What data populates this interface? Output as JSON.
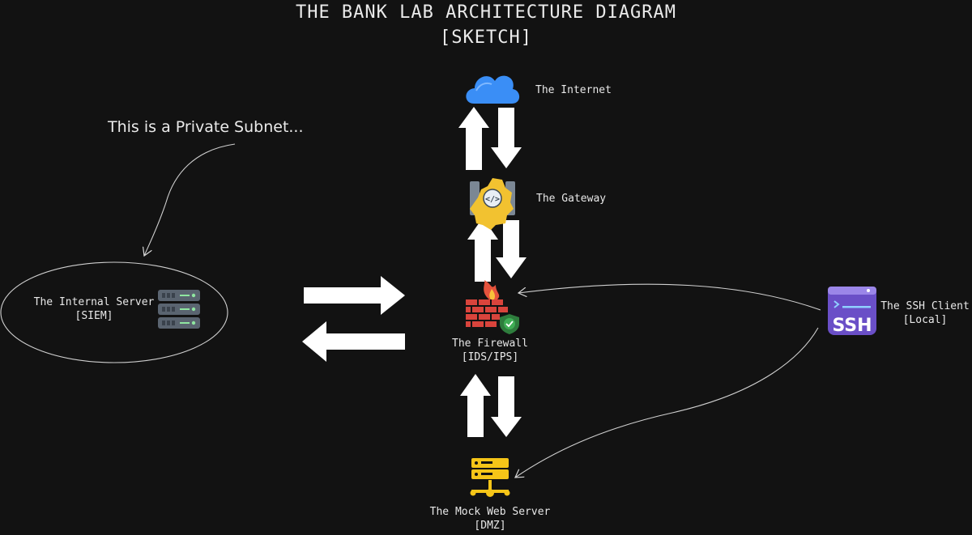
{
  "diagram": {
    "title_line1": "THE BANK LAB ARCHITECTURE DIAGRAM",
    "title_line2": "[SKETCH]",
    "note": "This is a Private Subnet...",
    "nodes": {
      "internet": {
        "label": "The Internet",
        "icon": "cloud-icon"
      },
      "gateway": {
        "label": "The Gateway",
        "icon": "gateway-gear-icon"
      },
      "firewall": {
        "label": "The Firewall",
        "sublabel": "[IDS/IPS]",
        "icon": "firewall-icon"
      },
      "internal_server": {
        "label": "The Internal Server",
        "sublabel": "[SIEM]",
        "icon": "server-rack-icon"
      },
      "ssh_client": {
        "label": "The SSH Client",
        "sublabel": "[Local]",
        "icon": "ssh-terminal-icon",
        "icon_text": "SSH"
      },
      "web_server": {
        "label": "The Mock Web Server",
        "sublabel": "[DMZ]",
        "icon": "web-server-icon"
      }
    },
    "colors": {
      "background": "#121212",
      "cloud": "#3a8ef6",
      "gateway": "#f2c230",
      "firewall": "#d9443c",
      "shield": "#3fae55",
      "ssh": "#6a4fc7",
      "web_server": "#f5c518",
      "server_rack": "#5a6470"
    }
  }
}
